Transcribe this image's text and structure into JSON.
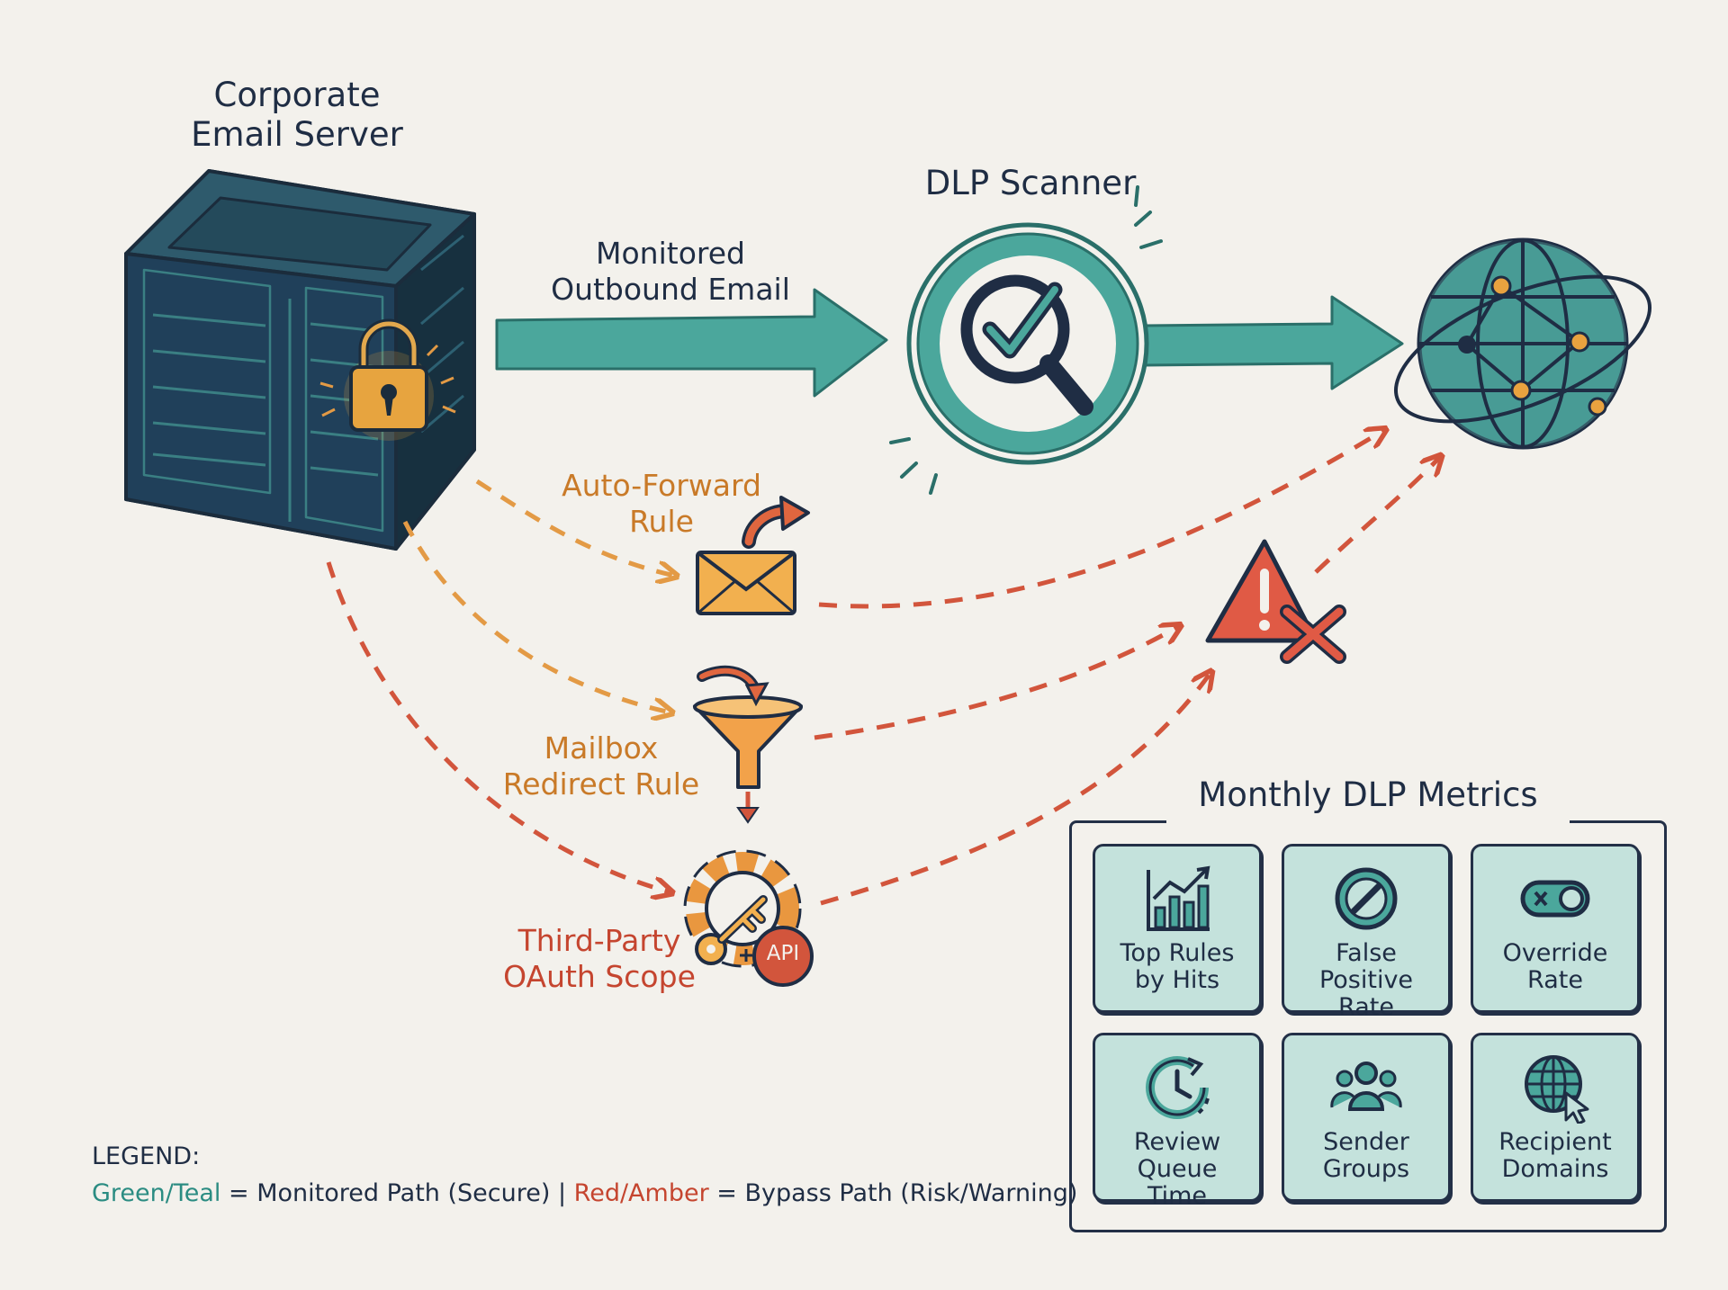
{
  "nodes": {
    "server_title": "Corporate\nEmail Server",
    "scanner_title": "DLP Scanner"
  },
  "paths": {
    "monitored_label": "Monitored\nOutbound Email",
    "auto_forward_label": "Auto-Forward\nRule",
    "mailbox_redirect_label": "Mailbox\nRedirect Rule",
    "oauth_label": "Third-Party\nOAuth Scope",
    "api_badge": "API"
  },
  "metrics": {
    "title": "Monthly DLP Metrics",
    "tiles": [
      {
        "label": "Top Rules\nby Hits",
        "icon": "bar-chart-icon"
      },
      {
        "label": "False Positive\nRate",
        "icon": "prohibited-icon"
      },
      {
        "label": "Override\nRate",
        "icon": "toggle-icon"
      },
      {
        "label": "Review Queue\nTime",
        "icon": "clock-icon"
      },
      {
        "label": "Sender\nGroups",
        "icon": "people-icon"
      },
      {
        "label": "Recipient\nDomains",
        "icon": "globe-cursor-icon"
      }
    ]
  },
  "legend": {
    "heading": "LEGEND:",
    "green": "Green/Teal",
    "green_desc": " = Monitored Path (Secure) | ",
    "red": "Red/Amber",
    "red_desc": " = Bypass Path (Risk/Warning)"
  },
  "colors": {
    "teal": "#3f9e94",
    "dark_navy": "#1f3a4d",
    "amber": "#e39a45",
    "red": "#d2553c",
    "background": "#f3f1ec"
  }
}
